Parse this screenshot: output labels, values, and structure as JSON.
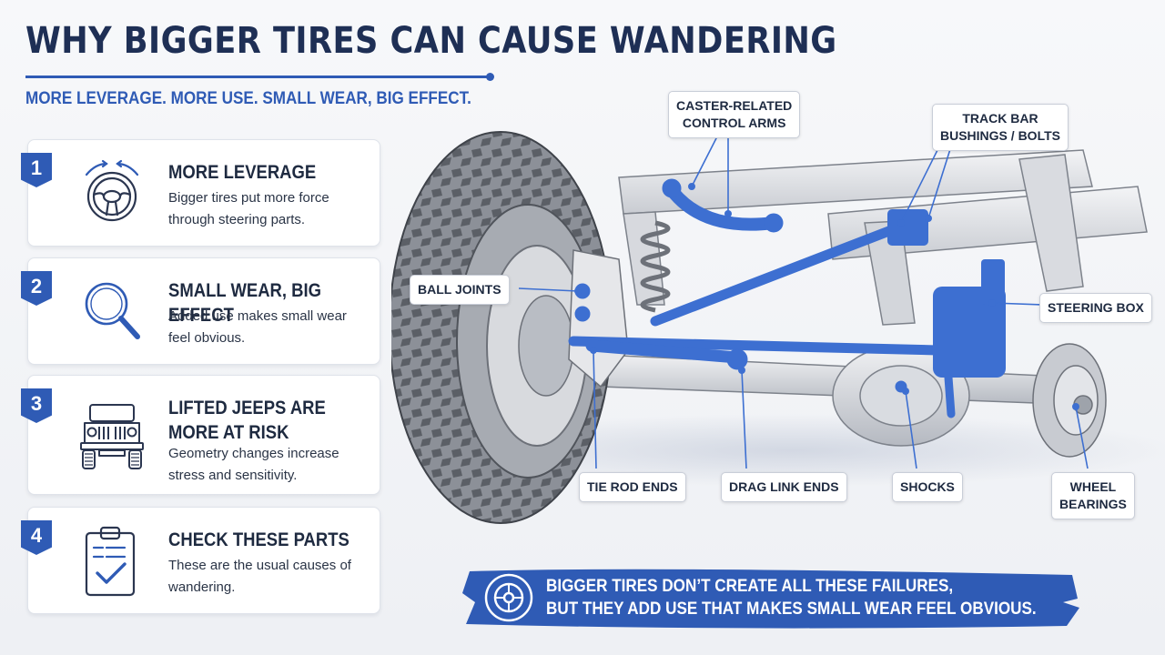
{
  "title": "WHY BIGGER TIRES CAN CAUSE WANDERING",
  "subtitle": "MORE LEVERAGE. MORE USE. SMALL WEAR, BIG EFFECT.",
  "cards": [
    {
      "num": "1",
      "icon": "steering-wheel-icon",
      "title": "MORE LEVERAGE",
      "desc": "Bigger tires put more force through steering parts."
    },
    {
      "num": "2",
      "icon": "magnifying-glass-icon",
      "title": "SMALL WEAR, BIG EFFECT",
      "desc": "Added use makes small wear feel obvious."
    },
    {
      "num": "3",
      "icon": "jeep-icon",
      "title": "LIFTED JEEPS ARE MORE AT RISK",
      "desc": "Geometry changes increase stress and sensitivity."
    },
    {
      "num": "4",
      "icon": "clipboard-check-icon",
      "title": "CHECK THESE PARTS",
      "desc": "These are the usual causes of wandering."
    }
  ],
  "callouts": {
    "caster_arms": {
      "line1": "CASTER-RELATED",
      "line2": "CONTROL ARMS"
    },
    "track_bar": {
      "line1": "TRACK BAR",
      "line2": "BUSHINGS / BOLTS"
    },
    "ball_joints": "BALL JOINTS",
    "steering_box": "STEERING BOX",
    "tie_rod_ends": "TIE ROD ENDS",
    "drag_link_ends": "DRAG LINK ENDS",
    "shocks": "SHOCKS",
    "wheel_bearings": {
      "line1": "WHEEL",
      "line2": "BEARINGS"
    }
  },
  "banner": {
    "line1": "BIGGER TIRES DON’T CREATE ALL THESE FAILURES,",
    "line2": "BUT THEY ADD USE THAT MAKES SMALL WEAR FEEL OBVIOUS."
  },
  "colors": {
    "accent": "#2f5bb5",
    "title": "#1e2f55",
    "part_blue": "#3d6fd1"
  }
}
